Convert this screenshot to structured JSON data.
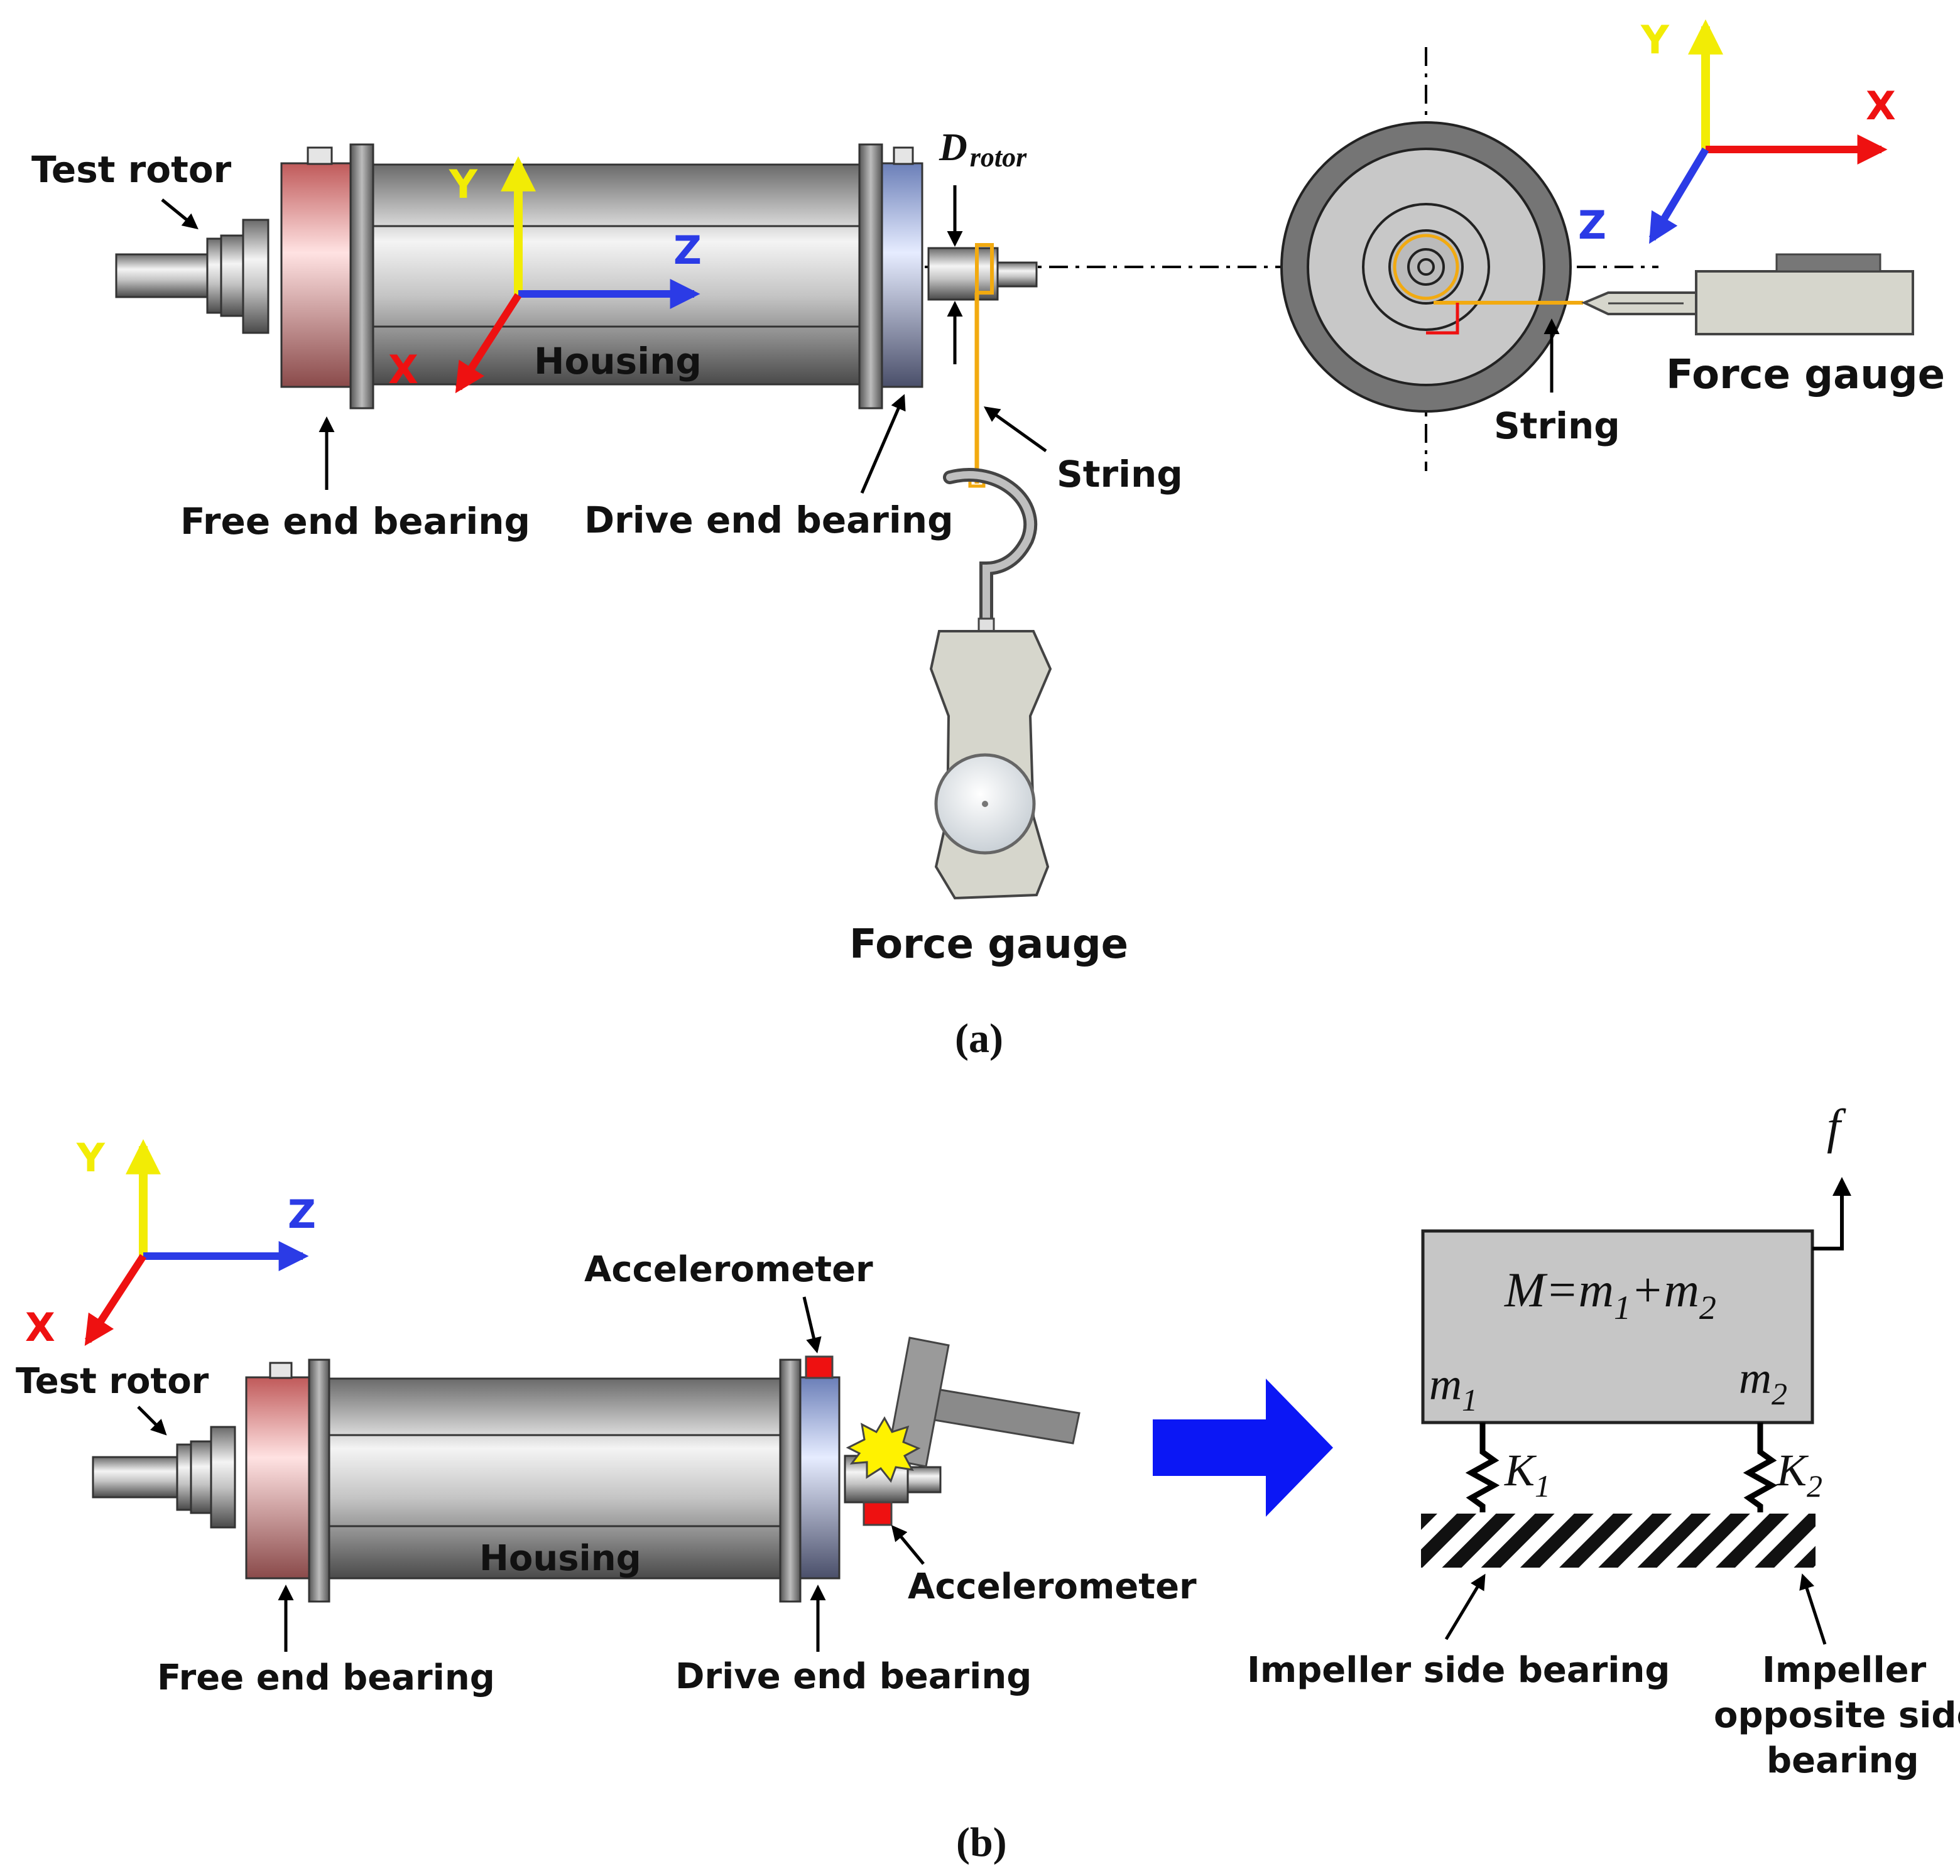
{
  "colors": {
    "x_axis": "#ee1111",
    "y_axis": "#f2ec05",
    "z_axis": "#2b3be6",
    "string": "#f2aa10",
    "accelerometer": "#ee1111",
    "big_arrow": "#0b17f5",
    "mass_block": "#c6c6c6"
  },
  "axes": {
    "x": "X",
    "y": "Y",
    "z": "Z"
  },
  "panel_a": {
    "test_rotor": "Test rotor",
    "housing": "Housing",
    "free_end_bearing": "Free end bearing",
    "drive_end_bearing": "Drive end bearing",
    "d_rotor_main": "D",
    "d_rotor_sub": "rotor",
    "string": "String",
    "force_gauge": "Force gauge",
    "end_view_string": "String",
    "end_view_force_gauge": "Force gauge",
    "caption": "(a)"
  },
  "panel_b": {
    "test_rotor": "Test rotor",
    "housing": "Housing",
    "free_end_bearing": "Free end bearing",
    "drive_end_bearing": "Drive end bearing",
    "accelerometer_top": "Accelerometer",
    "accelerometer_bottom": "Accelerometer",
    "force": "f",
    "mass_M": "M=m",
    "m_sub1": "1",
    "plus_m": "+m",
    "m_sub2": "2",
    "m1": "m",
    "m1_sub": "1",
    "m2": "m",
    "m2_sub": "2",
    "k1": "K",
    "k1_sub": "1",
    "k2": "K",
    "k2_sub": "2",
    "impeller_side_bearing": "Impeller side bearing",
    "opposite_line1": "Impeller",
    "opposite_line2": "opposite side",
    "opposite_line3": "bearing",
    "caption": "(b)"
  }
}
